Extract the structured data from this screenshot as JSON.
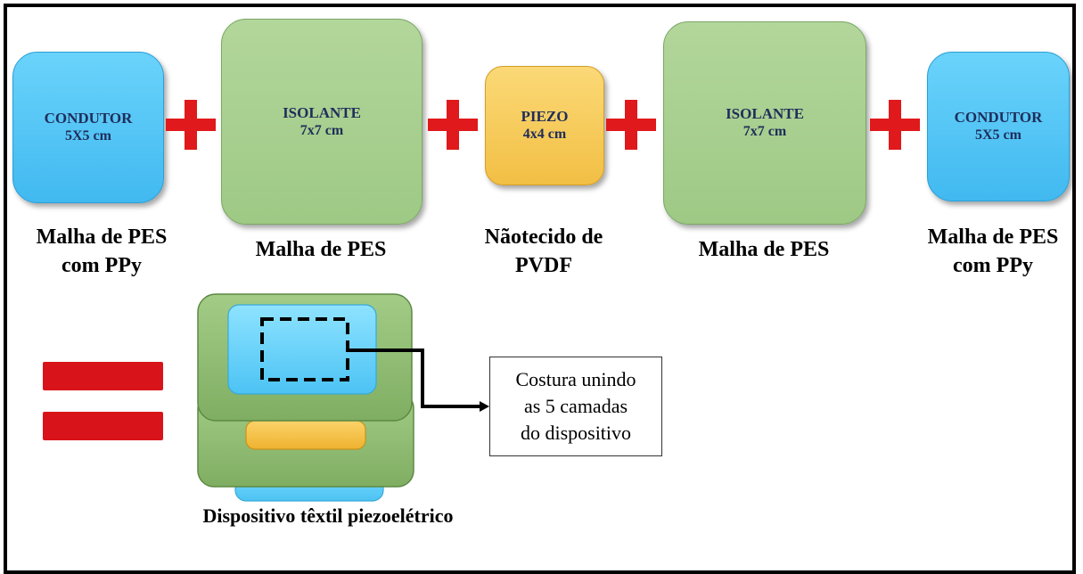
{
  "layers": [
    {
      "title": "CONDUTOR",
      "size": "5X5 cm",
      "material_line1": "Malha de PES",
      "material_line2": "com PPy"
    },
    {
      "title": "ISOLANTE",
      "size": "7x7 cm",
      "material_line1": "Malha de PES",
      "material_line2": ""
    },
    {
      "title": "PIEZO",
      "size": "4x4 cm",
      "material_line1": "Nãotecido de",
      "material_line2": "PVDF"
    },
    {
      "title": "ISOLANTE",
      "size": "7x7 cm",
      "material_line1": "Malha de PES",
      "material_line2": ""
    },
    {
      "title": "CONDUTOR",
      "size": "5X5 cm",
      "material_line1": "Malha de PES",
      "material_line2": "com PPy"
    }
  ],
  "callout": {
    "line1": "Costura unindo",
    "line2": "as 5 camadas",
    "line3": "do dispositivo"
  },
  "device_caption": "Dispositivo têxtil piezoelétrico",
  "colors": {
    "conductor": "#41b9f0",
    "insulator": "#9ec985",
    "piezo": "#f2bf44",
    "operator": "#e0191c"
  }
}
